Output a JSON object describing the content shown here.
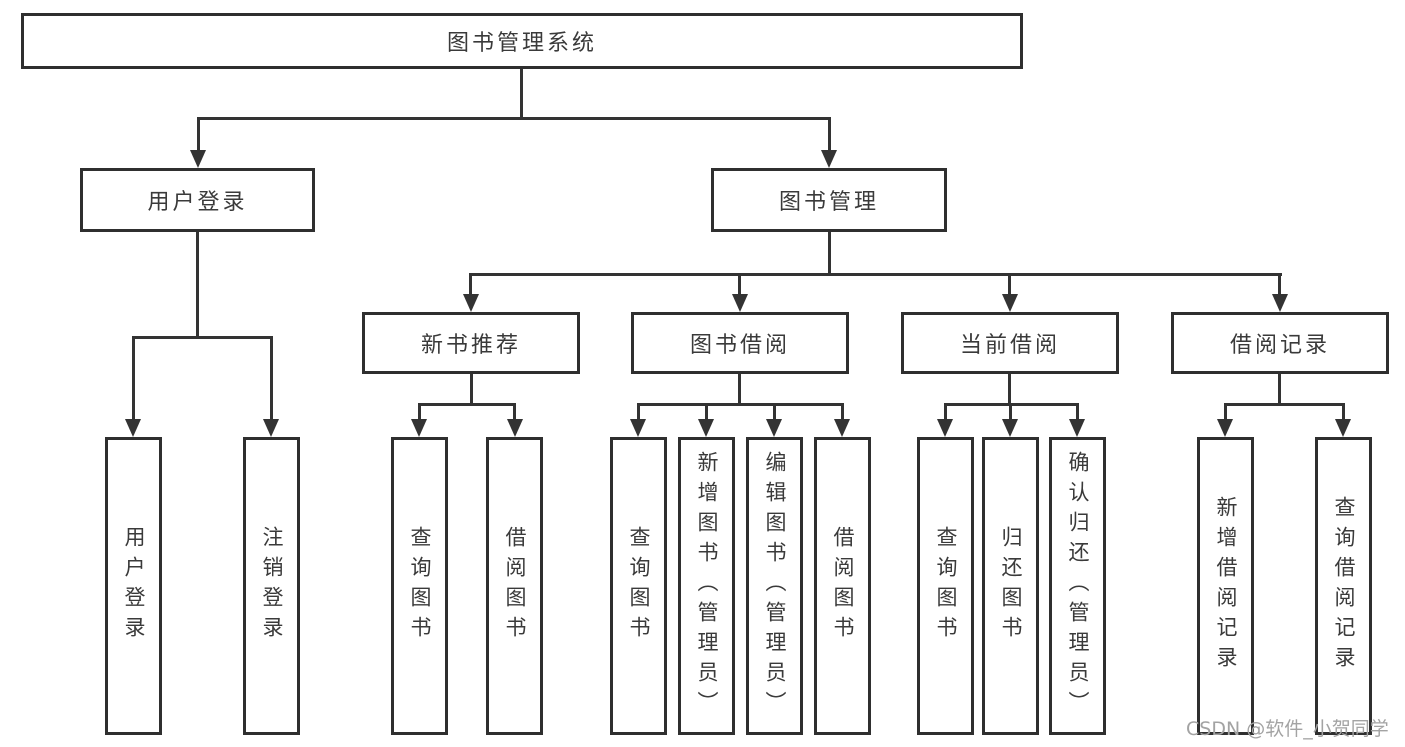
{
  "title": "图书管理系统",
  "watermark": "CSDN @软件_小贺同学",
  "tree": {
    "root": {
      "label": "图书管理系统"
    },
    "branches": [
      {
        "label": "用户登录",
        "children": [
          "用户登录",
          "注销登录"
        ]
      },
      {
        "label": "图书管理",
        "groups": [
          {
            "label": "新书推荐",
            "children": [
              "查询图书",
              "借阅图书"
            ]
          },
          {
            "label": "图书借阅",
            "children": [
              "查询图书",
              "新增图书（管理员）",
              "编辑图书（管理员）",
              "借阅图书"
            ]
          },
          {
            "label": "当前借阅",
            "children": [
              "查询图书",
              "归还图书",
              "确认归还（管理员）"
            ]
          },
          {
            "label": "借阅记录",
            "children": [
              "新增借阅记录",
              "查询借阅记录"
            ]
          }
        ]
      }
    ]
  }
}
